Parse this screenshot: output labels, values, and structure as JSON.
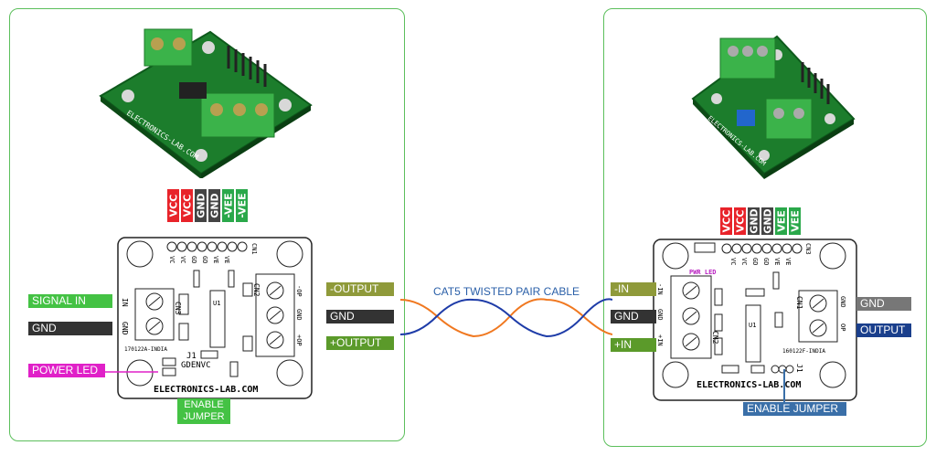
{
  "left": {
    "power_pins": [
      {
        "label": "VCC",
        "color": "#e8232a"
      },
      {
        "label": "VCC",
        "color": "#e8232a"
      },
      {
        "label": "GND",
        "color": "#444444"
      },
      {
        "label": "GND",
        "color": "#444444"
      },
      {
        "label": "-VEE",
        "color": "#2aa84a"
      },
      {
        "label": "-VEE",
        "color": "#2aa84a"
      }
    ],
    "signal_in": "SIGNAL IN",
    "gnd": "GND",
    "power_led": "POWER LED",
    "enable_jumper_line1": "ENABLE",
    "enable_jumper_line2": "JUMPER",
    "output_minus": "-OUTPUT",
    "output_gnd": "GND",
    "output_plus": "+OUTPUT",
    "board": {
      "brand": "ELECTRONICS-LAB.COM",
      "part": "170122A-INDIA",
      "header_pins": "CN1",
      "cn3": "CN3",
      "cn2": "CN2",
      "j1": "J1",
      "j1_pins": "GDENVC",
      "u1": "U1",
      "pin_in": "IN",
      "pin_gnd": "GND",
      "pin_vc1": "VC",
      "pin_vc2": "VC",
      "pin_gd1": "GD",
      "pin_gd2": "GD",
      "pin_ve1": "VE",
      "pin_ve2": "VE",
      "op_minus": "-OP",
      "op_gnd": "GND",
      "op_plus": "+OP"
    }
  },
  "cable": {
    "label": "CAT5 TWISTED PAIR CABLE",
    "color_a": "#f07820",
    "color_b": "#1e3ca8"
  },
  "right": {
    "power_pins": [
      {
        "label": "VCC",
        "color": "#e8232a"
      },
      {
        "label": "VCC",
        "color": "#e8232a"
      },
      {
        "label": "GND",
        "color": "#444444"
      },
      {
        "label": "GND",
        "color": "#444444"
      },
      {
        "label": "VEE",
        "color": "#2aa84a"
      },
      {
        "label": "VEE",
        "color": "#2aa84a"
      }
    ],
    "in_minus": "-IN",
    "gnd": "GND",
    "in_plus": "+IN",
    "out_gnd": "GND",
    "output": "OUTPUT",
    "enable_jumper": "ENABLE JUMPER",
    "board": {
      "brand": "ELECTRONICS-LAB.COM",
      "part": "160122F-INDIA",
      "pwr_led": "PWR LED",
      "cn1": "CN1",
      "cn2": "CN2",
      "cn3": "CN3",
      "j1": "J1",
      "u1": "U1",
      "pin_in_minus": "-IN",
      "pin_gnd": "GND",
      "pin_in_plus": "+IN",
      "pin_vc1": "VC",
      "pin_vc2": "VC",
      "pin_gd1": "GD",
      "pin_gd2": "GD",
      "pin_ve1": "VE",
      "pin_ve2": "VE",
      "op_gnd": "GND",
      "op": "OP"
    }
  }
}
